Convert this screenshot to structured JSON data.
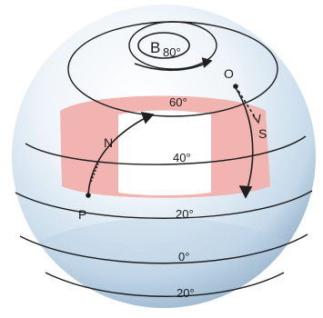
{
  "diagram": {
    "pole_label": "B",
    "pole_value": "80°",
    "latitudes": {
      "lat_60": "60°",
      "lat_40": "40°",
      "lat_20": "20°",
      "equator": "0°",
      "south_20": "20°"
    },
    "points": {
      "p": "P",
      "n": "N",
      "o": "O",
      "s": "S"
    }
  },
  "colors": {
    "globe_light": "#f4f8fb",
    "globe_mid": "#c9dced",
    "globe_dark": "#7d9fbd",
    "highlight_band": "#f2b4b0",
    "white_zone": "#ffffff",
    "line": "#1f1f1f"
  }
}
